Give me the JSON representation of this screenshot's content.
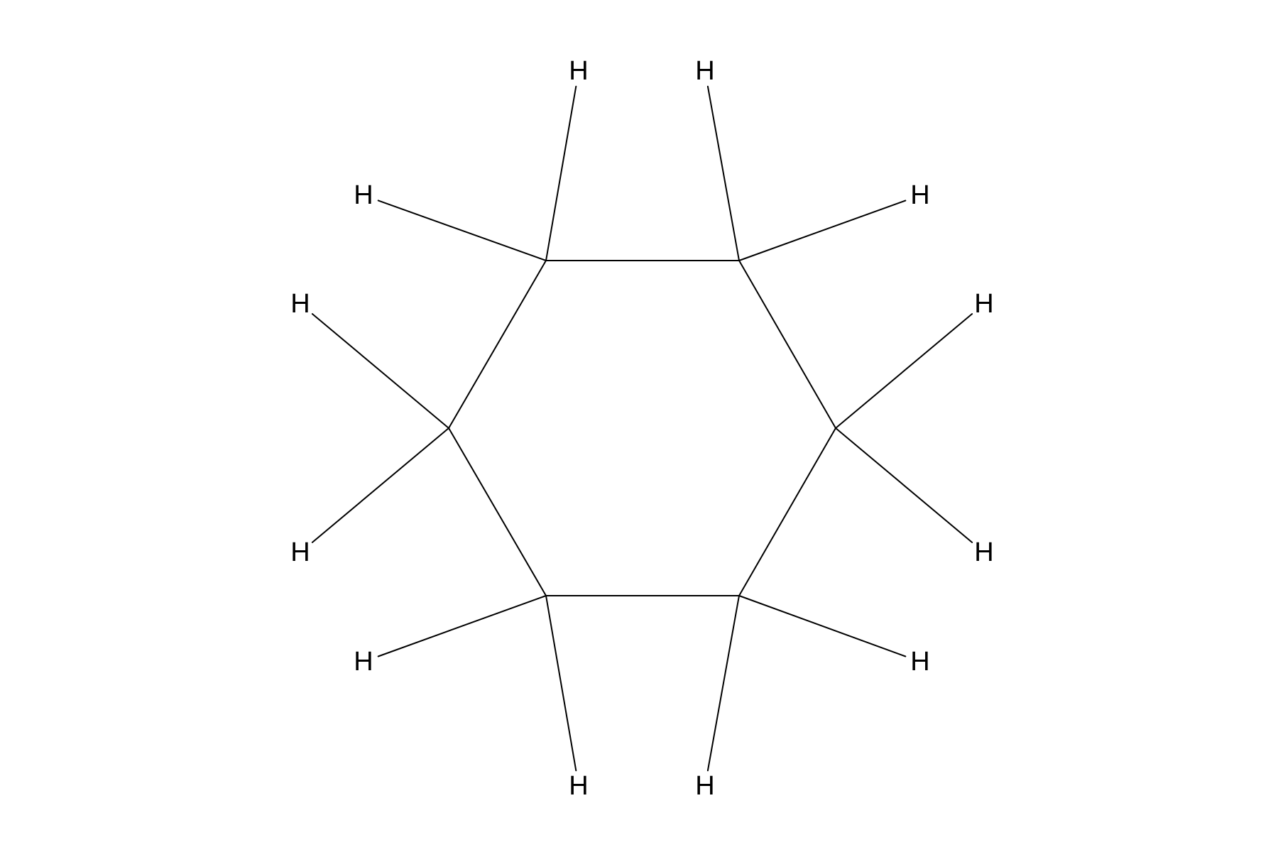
{
  "molecule": {
    "atoms": [
      {
        "id": "C1",
        "element": "C",
        "label": ""
      },
      {
        "id": "C2",
        "element": "C",
        "label": ""
      },
      {
        "id": "C3",
        "element": "C",
        "label": ""
      },
      {
        "id": "C4",
        "element": "C",
        "label": ""
      },
      {
        "id": "C5",
        "element": "C",
        "label": ""
      },
      {
        "id": "C6",
        "element": "C",
        "label": ""
      },
      {
        "id": "H1a",
        "element": "H",
        "label": "H"
      },
      {
        "id": "H1b",
        "element": "H",
        "label": "H"
      },
      {
        "id": "H2a",
        "element": "H",
        "label": "H"
      },
      {
        "id": "H2b",
        "element": "H",
        "label": "H"
      },
      {
        "id": "H3a",
        "element": "H",
        "label": "H"
      },
      {
        "id": "H3b",
        "element": "H",
        "label": "H"
      },
      {
        "id": "H4a",
        "element": "H",
        "label": "H"
      },
      {
        "id": "H4b",
        "element": "H",
        "label": "H"
      },
      {
        "id": "H5a",
        "element": "H",
        "label": "H"
      },
      {
        "id": "H5b",
        "element": "H",
        "label": "H"
      },
      {
        "id": "H6a",
        "element": "H",
        "label": "H"
      },
      {
        "id": "H6b",
        "element": "H",
        "label": "H"
      }
    ],
    "bonds": [
      {
        "from": "C1",
        "to": "C2",
        "order": 1
      },
      {
        "from": "C2",
        "to": "C3",
        "order": 1
      },
      {
        "from": "C3",
        "to": "C4",
        "order": 1
      },
      {
        "from": "C4",
        "to": "C5",
        "order": 1
      },
      {
        "from": "C5",
        "to": "C6",
        "order": 1
      },
      {
        "from": "C6",
        "to": "C1",
        "order": 1
      },
      {
        "from": "C1",
        "to": "H1a",
        "order": 1
      },
      {
        "from": "C1",
        "to": "H1b",
        "order": 1
      },
      {
        "from": "C2",
        "to": "H2a",
        "order": 1
      },
      {
        "from": "C2",
        "to": "H2b",
        "order": 1
      },
      {
        "from": "C3",
        "to": "H3a",
        "order": 1
      },
      {
        "from": "C3",
        "to": "H3b",
        "order": 1
      },
      {
        "from": "C4",
        "to": "H4a",
        "order": 1
      },
      {
        "from": "C4",
        "to": "H4b",
        "order": 1
      },
      {
        "from": "C5",
        "to": "H5a",
        "order": 1
      },
      {
        "from": "C5",
        "to": "H5b",
        "order": 1
      },
      {
        "from": "C6",
        "to": "H6a",
        "order": 1
      },
      {
        "from": "C6",
        "to": "H6b",
        "order": 1
      }
    ]
  },
  "colors": {
    "bond": "#000000",
    "label": "#000000",
    "background": "#ffffff"
  }
}
